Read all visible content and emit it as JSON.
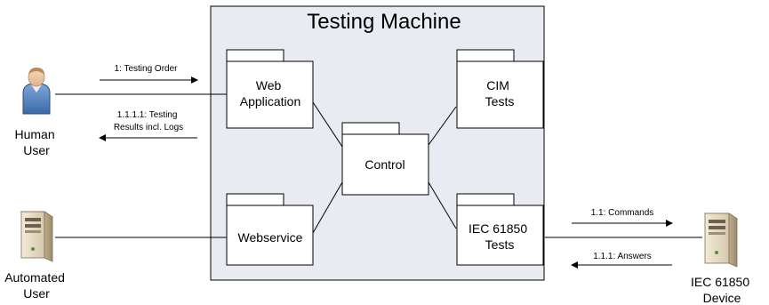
{
  "machine": {
    "title": "Testing Machine"
  },
  "packages": {
    "web_application": [
      "Web",
      "Application"
    ],
    "webservice": [
      "Webservice"
    ],
    "control": [
      "Control"
    ],
    "cim_tests": [
      "CIM",
      "Tests"
    ],
    "iec_tests": [
      "IEC 61850",
      "Tests"
    ]
  },
  "actors": {
    "human_user": {
      "label": [
        "Human",
        "User"
      ],
      "icon": "person-icon"
    },
    "automated_user": {
      "label": [
        "Automated",
        "User"
      ],
      "icon": "server-icon"
    },
    "iec_device": {
      "label": [
        "IEC 61850",
        "Device"
      ],
      "icon": "server-icon"
    }
  },
  "messages": {
    "testing_order": [
      "1: Testing Order"
    ],
    "testing_results": [
      "1.1.1.1: Testing",
      "Results incl. Logs"
    ],
    "commands": [
      "1.1: Commands"
    ],
    "answers": [
      "1.1.1: Answers"
    ]
  },
  "colors": {
    "machine_fill": "#e8ecf2",
    "stroke": "#000000"
  }
}
